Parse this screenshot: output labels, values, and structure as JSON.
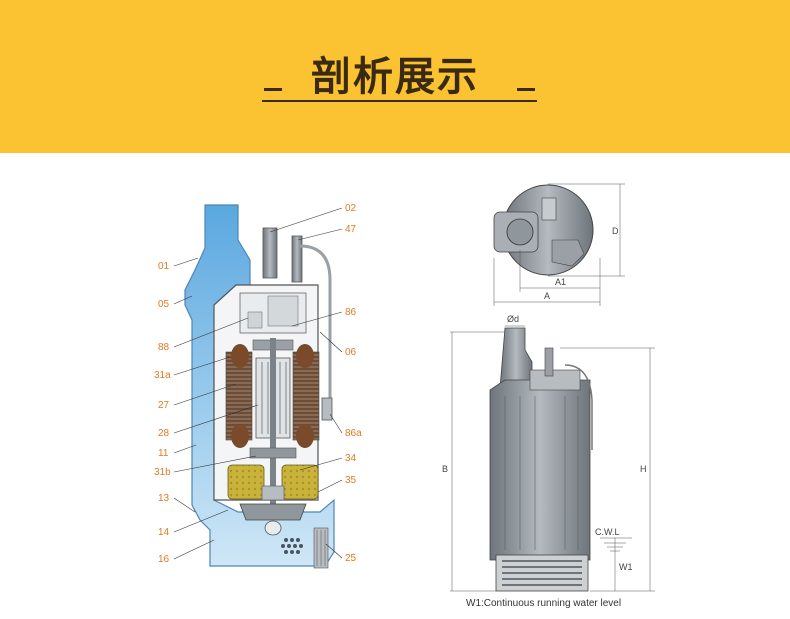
{
  "header": {
    "title": "剖析展示"
  },
  "section_view": {
    "labels_left": [
      "01",
      "05",
      "88",
      "31a",
      "27",
      "28",
      "11",
      "31b",
      "13",
      "14",
      "16"
    ],
    "labels_right": [
      "02",
      "47",
      "86",
      "06",
      "86a",
      "34",
      "35",
      "25"
    ]
  },
  "dimension_view": {
    "top_labels": {
      "d": "D",
      "a1": "A1",
      "a": "A"
    },
    "side_labels": {
      "od": "Ød",
      "b": "B",
      "h": "H",
      "cwl": "C.W.L",
      "w1": "W1"
    },
    "caption": "W1:Continuous running water level"
  },
  "colors": {
    "banner": "#fbc232",
    "label": "#e07a1f",
    "water": "#a8d2ef",
    "metal": "#8f969c",
    "motor_green": "#c9b33a"
  }
}
